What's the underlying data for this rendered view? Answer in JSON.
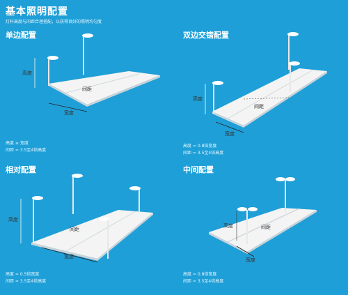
{
  "page": {
    "title": "基本照明配置",
    "subtitle": "灯杆高度与间距合理搭配，以获得良好的照明均匀度"
  },
  "sections": [
    {
      "title": "单边配置",
      "labels": {
        "height": "高度",
        "spacing": "间距",
        "width": "宽度"
      },
      "notes": [
        "高度 ≥ 宽度",
        "间距 = 3.5至4倍高度"
      ]
    },
    {
      "title": "双边交错配置",
      "labels": {
        "height": "高度",
        "spacing": "间距",
        "width": "宽度"
      },
      "notes": [
        "高度 = 0.8倍宽度",
        "间距 = 3.5至4倍高度"
      ]
    },
    {
      "title": "相对配置",
      "labels": {
        "height": "高度",
        "spacing": "间距",
        "width": "宽度"
      },
      "notes": [
        "高度 = 0.5倍宽度",
        "间距 = 3.5至4倍高度"
      ]
    },
    {
      "title": "中间配置",
      "labels": {
        "height": "高度",
        "spacing": "间距",
        "width": "宽度"
      },
      "notes": [
        "高度 = 0.8倍宽度",
        "间距 = 3.5至4倍高度"
      ]
    }
  ],
  "colors": {
    "background": "#1f9fd7",
    "road": "#f4f4f4",
    "road_shadow": "#c9d3d9",
    "pole": "#e8e8e8"
  }
}
